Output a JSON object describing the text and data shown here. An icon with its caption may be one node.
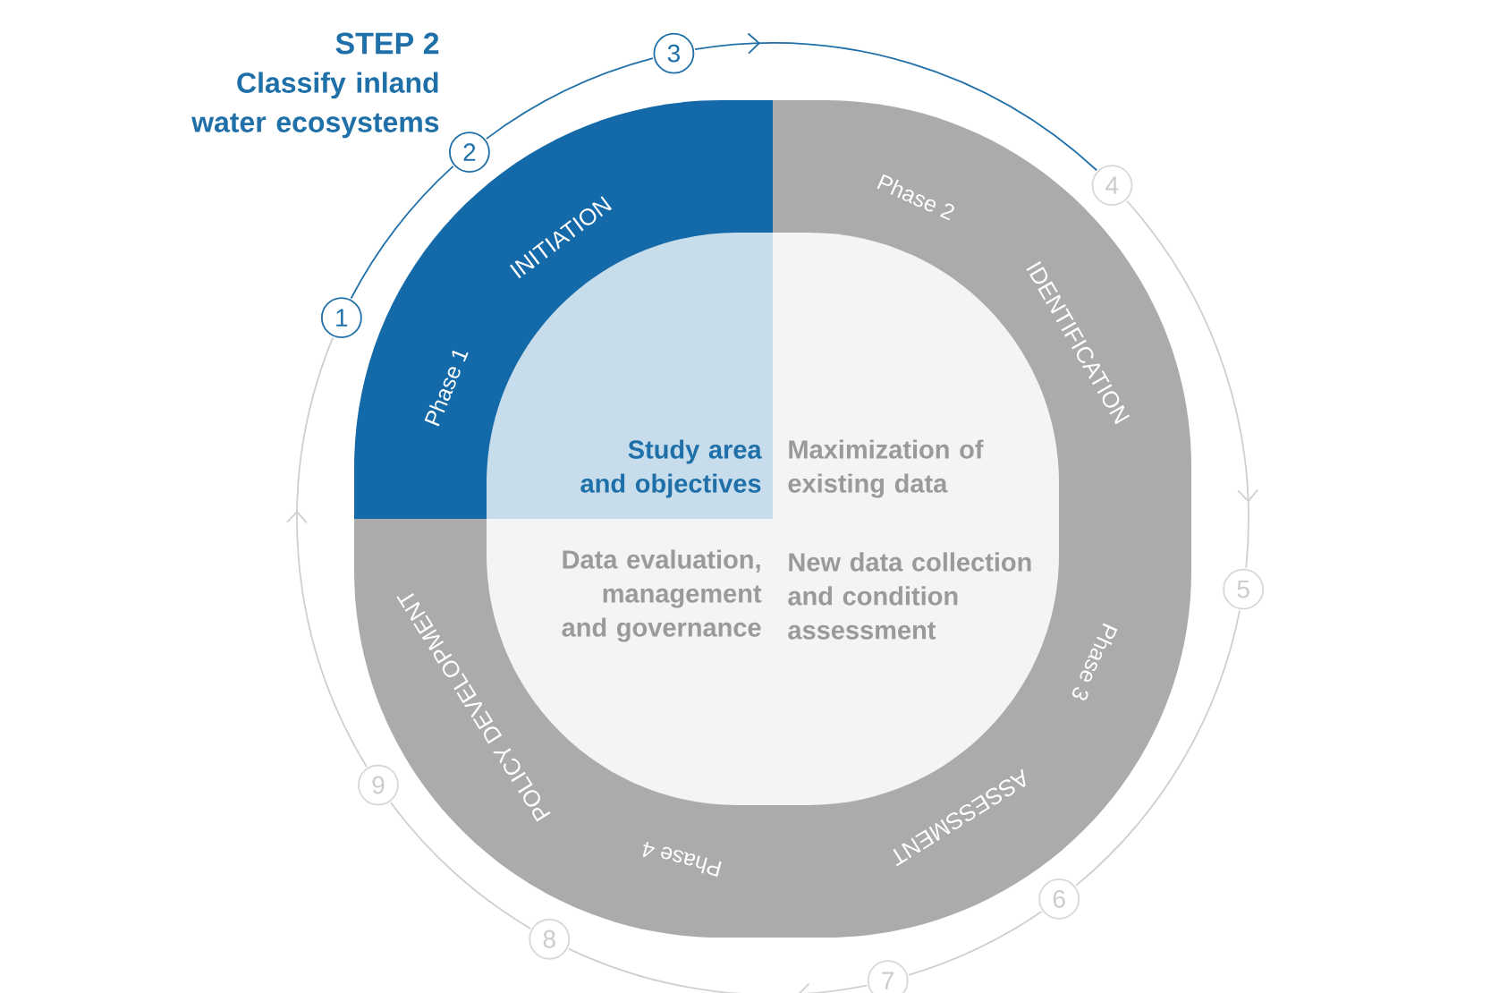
{
  "diagram": {
    "nodes": [
      {
        "text": [
          "Phase 1",
          "INITIATION"
        ]
      },
      {
        "text": [
          "Study area and objectives"
        ],
        "in": 0
      },
      {
        "text": [
          "Phase 2",
          "IDENTIFICATION"
        ]
      },
      {
        "text": [
          "Maximization of existing data"
        ],
        "in": 2
      },
      {
        "text": [
          "Phase 3",
          "ASSESSMENT"
        ]
      },
      {
        "text": [
          "New data collection and condition assessment"
        ],
        "in": 4
      },
      {
        "text": [
          "Phase 4",
          "POLICY DEVELOPMENT"
        ]
      },
      {
        "text": [
          "Data evaluation, management and governance"
        ],
        "in": 6
      },
      {
        "text": [
          "1"
        ]
      },
      {
        "text": [
          "2"
        ]
      },
      {
        "text": [
          "3"
        ]
      },
      {
        "text": [
          "4"
        ]
      },
      {
        "text": [
          "5"
        ]
      },
      {
        "text": [
          "6"
        ]
      },
      {
        "text": [
          "7"
        ]
      },
      {
        "text": [
          "8"
        ]
      },
      {
        "text": [
          "9"
        ]
      }
    ],
    "edges": [
      {
        "from": 8,
        "to": 9,
        "arrow": "none",
        "color": "#1f6fa8"
      },
      {
        "from": 9,
        "to": 10,
        "arrow": "none",
        "color": "#1f6fa8"
      },
      {
        "from": 10,
        "to": 11,
        "arrow": "to",
        "color": "#1f6fa8"
      },
      {
        "from": 11,
        "to": 12,
        "arrow": "to"
      },
      {
        "from": 12,
        "to": 13,
        "arrow": "none"
      },
      {
        "from": 13,
        "to": 14,
        "arrow": "none"
      },
      {
        "from": 14,
        "to": 15,
        "arrow": "to"
      },
      {
        "from": 15,
        "to": 16,
        "arrow": "none"
      },
      {
        "from": 16,
        "to": 8,
        "arrow": "to"
      }
    ],
    "labels": [
      "STEP 2",
      "Classify inland water ecosystems"
    ]
  }
}
